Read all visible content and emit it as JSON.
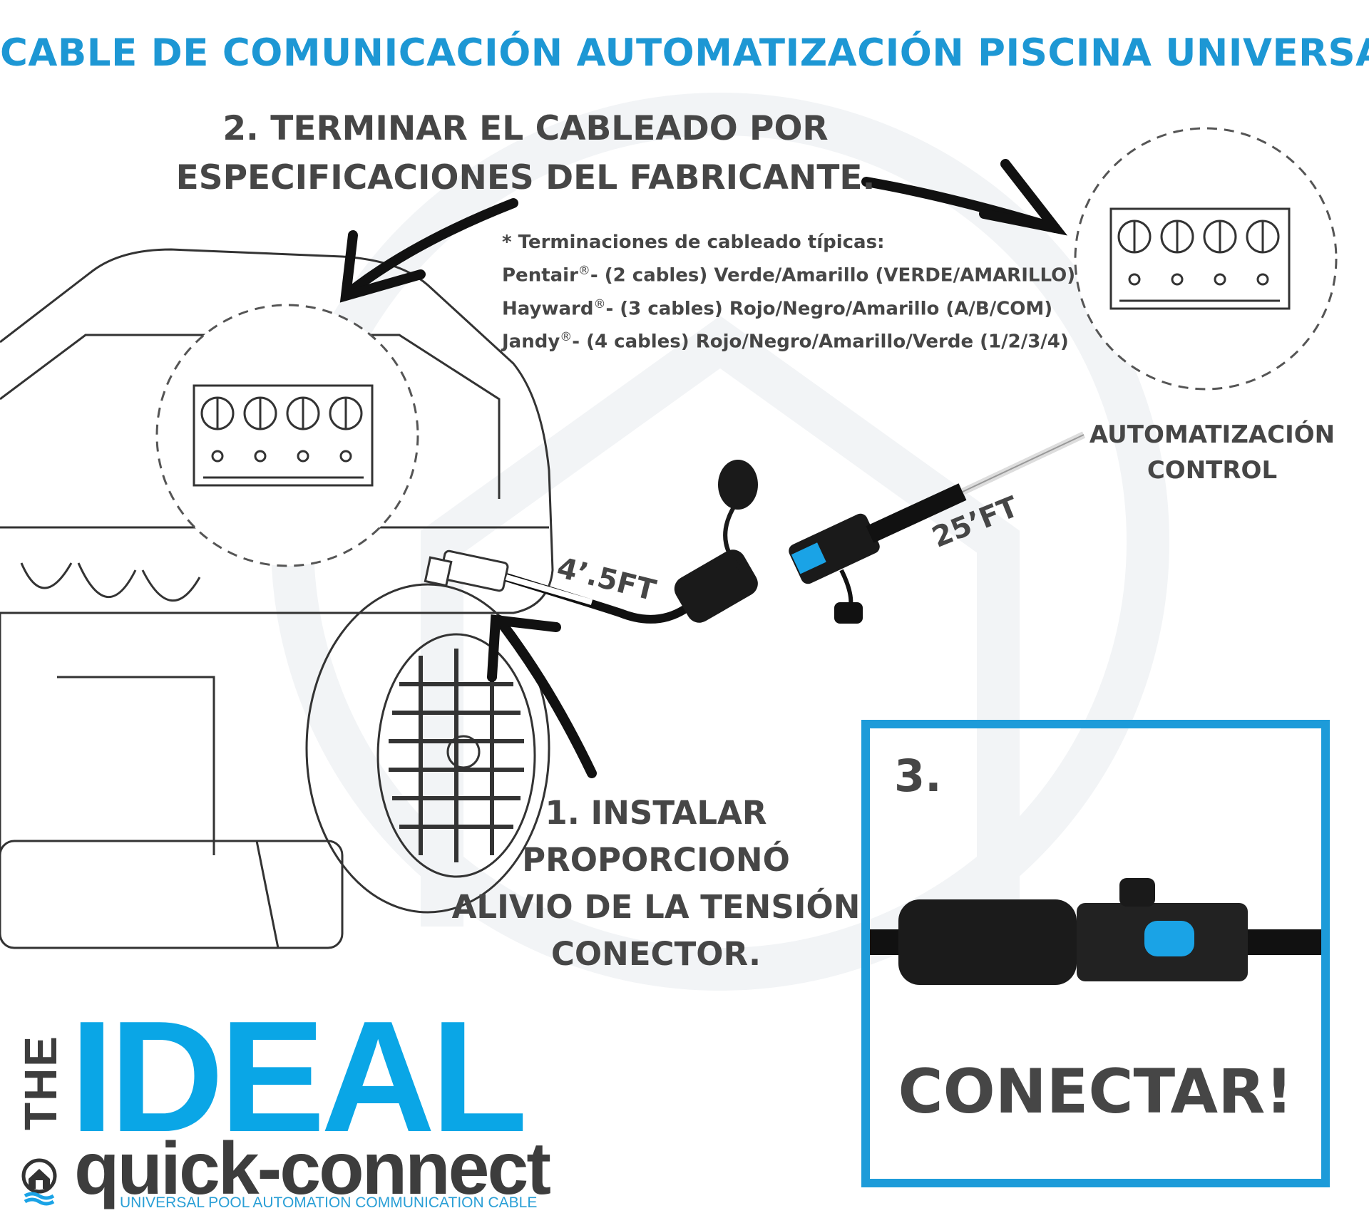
{
  "title": "CABLE DE COMUNICACIÓN AUTOMATIZACIÓN PISCINA UNIVERSAL",
  "step2": {
    "line1": "2. TERMINAR EL CABLEADO POR",
    "line2": "ESPECIFICACIONES DEL FABRICANTE."
  },
  "notes": {
    "heading": "* Terminaciones de cableado típicas:",
    "rows": [
      {
        "brand": "Pentair",
        "mark": "®",
        "text": "- (2 cables) Verde/Amarillo (VERDE/AMARILLO)"
      },
      {
        "brand": "Hayward",
        "mark": "®",
        "text": "- (3 cables) Rojo/Negro/Amarillo (A/B/COM)"
      },
      {
        "brand": "Jandy",
        "mark": "®",
        "text": "- (4 cables) Rojo/Negro/Amarillo/Verde (1/2/3/4)"
      }
    ]
  },
  "automation": {
    "line1": "AUTOMATIZACIÓN",
    "line2": "CONTROL"
  },
  "lengths": {
    "short": "4’.5FT",
    "long": "25’FT"
  },
  "step1": {
    "line1": "1. INSTALAR",
    "line2": "PROPORCIONÓ",
    "line3": "ALIVIO DE LA TENSIÓN",
    "line4": "CONECTOR."
  },
  "step3": {
    "number": "3.",
    "label": "CONECTAR!"
  },
  "logo": {
    "the": "THE",
    "ideal": "IDEAL",
    "quick": "quick-connect",
    "tagline": "UNIVERSAL POOL AUTOMATION COMMUNICATION CABLE"
  },
  "colors": {
    "blue": "#1d97d4",
    "text": "#464646"
  }
}
